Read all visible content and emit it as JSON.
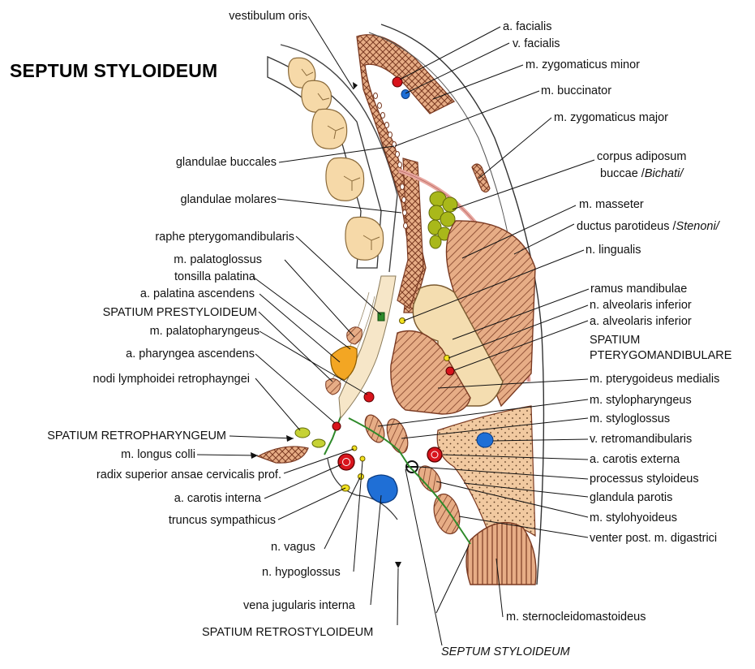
{
  "title": "SEPTUM STYLOIDEUM",
  "labels": {
    "vestibulum_oris": "vestibulum oris",
    "a_facialis": "a. facialis",
    "v_facialis": "v. facialis",
    "m_zygomaticus_minor": "m. zygomaticus minor",
    "m_buccinator": "m. buccinator",
    "m_zygomaticus_major": "m. zygomaticus major",
    "corpus_adiposum_1": "corpus adiposum",
    "corpus_adiposum_2": "buccae /",
    "corpus_adiposum_3": "Bichati/",
    "m_masseter": "m. masseter",
    "ductus_parotideus_1": "ductus parotideus /",
    "ductus_parotideus_2": "Stenoni/",
    "n_lingualis": "n. lingualis",
    "ramus_mandibulae": "ramus mandibulae",
    "n_alveolaris_inferior": "n. alveolaris inferior",
    "a_alveolaris_inferior": "a. alveolaris inferior",
    "spatium_pterygo_1": "SPATIUM",
    "spatium_pterygo_2": "PTERYGOMANDIBULARE",
    "m_pterygoideus_medialis": "m. pterygoideus medialis",
    "m_stylopharyngeus": "m. stylopharyngeus",
    "m_styloglossus": "m. styloglossus",
    "v_retromandibularis": "v. retromandibularis",
    "a_carotis_externa": "a. carotis externa",
    "processus_styloideus": "processus styloideus",
    "glandula_parotis": "glandula parotis",
    "m_stylohyoideus": "m. stylohyoideus",
    "venter_post": "venter post. m. digastrici",
    "m_sternocleido": "m. sternocleidomastoideus",
    "septum_styloideum_label": "SEPTUM STYLOIDEUM",
    "spatium_retrostyloideum": "SPATIUM RETROSTYLOIDEUM",
    "vena_jugularis_interna": "vena jugularis interna",
    "n_hypoglossus": "n. hypoglossus",
    "n_vagus": "n. vagus",
    "truncus_sympathicus": "truncus sympathicus",
    "a_carotis_interna": "a. carotis interna",
    "radix_superior": "radix superior ansae cervicalis prof.",
    "m_longus_colli": "m. longus colli",
    "spatium_retropharyngeum": "SPATIUM RETROPHARYNGEUM",
    "nodi_lymphoidei": "nodi lymphoidei retrophayngei",
    "a_pharyngea_ascendens": "a. pharyngea ascendens",
    "m_palatopharyngeus": "m. palatopharyngeus",
    "spatium_prestyloideum": "SPATIUM PRESTYLOIDEUM",
    "a_palatina_ascendens": "a. palatina ascendens",
    "tonsilla_palatina": "tonsilla palatina",
    "m_palatoglossus": "m. palatoglossus",
    "raphe_pterygo": "raphe pterygomandibularis",
    "glandulae_molares": "glandulae molares",
    "glandulae_buccales": "glandulae buccales"
  },
  "colors": {
    "muscle_fill": "#e8b08a",
    "muscle_stroke": "#7a3a22",
    "bone_fill": "#f4ddb0",
    "artery": "#d8141c",
    "vein": "#1f6fd6",
    "nerve": "#f2e21e",
    "fat": "#a9b81a",
    "septum_line": "#2e8a2a",
    "parotid_fill": "#f1c9a0",
    "mucosa_fill": "#f6e6c8"
  }
}
